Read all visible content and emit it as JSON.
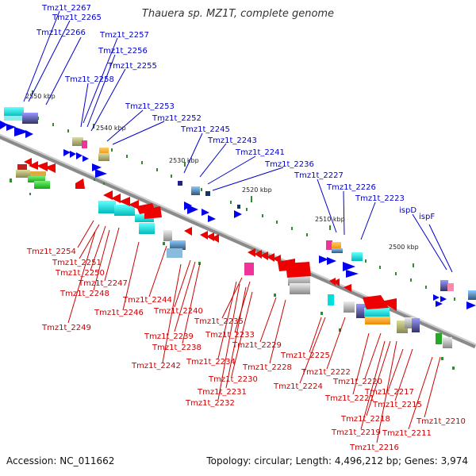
{
  "title": "Thauera sp. MZ1T, complete genome",
  "accession": "Accession: NC_011662",
  "summary": "Topology: circular; Length: 4,496,212 bp; Genes: 3,974",
  "colors": {
    "forward_label": "#0000cc",
    "reverse_label": "#cc0000",
    "backbone": "#888888",
    "tick": "#2e8b2e"
  },
  "kbp_labels": [
    "2550 kbp",
    "2540 kbp",
    "2530 kbp",
    "2520 kbp",
    "2510 kbp",
    "2500 kbp"
  ],
  "forward_genes": [
    "Tmz1t_2267",
    "Tmz1t_2265",
    "Tmz1t_2266",
    "Tmz1t_2257",
    "Tmz1t_2256",
    "Tmz1t_2255",
    "Tmz1t_2258",
    "Tmz1t_2253",
    "Tmz1t_2252",
    "Tmz1t_2245",
    "Tmz1t_2243",
    "Tmz1t_2241",
    "Tmz1t_2236",
    "Tmz1t_2227",
    "Tmz1t_2226",
    "Tmz1t_2223",
    "ispD",
    "ispF"
  ],
  "reverse_genes": [
    "Tmz1t_2254",
    "Tmz1t_2251",
    "Tmz1t_2250",
    "Tmz1t_2247",
    "Tmz1t_2248",
    "Tmz1t_2246",
    "Tmz1t_2249",
    "Tmz1t_2244",
    "Tmz1t_2240",
    "Tmz1t_2239",
    "Tmz1t_2238",
    "Tmz1t_2242",
    "Tmz1t_2235",
    "Tmz1t_2233",
    "Tmz1t_2229",
    "Tmz1t_2234",
    "Tmz1t_2230",
    "Tmz1t_2228",
    "Tmz1t_2231",
    "Tmz1t_2232",
    "Tmz1t_2225",
    "Tmz1t_2222",
    "Tmz1t_2224",
    "Tmz1t_2221",
    "Tmz1t_2220",
    "Tmz1t_2217",
    "Tmz1t_2215",
    "Tmz1t_2218",
    "Tmz1t_2219",
    "Tmz1t_2216",
    "Tmz1t_2210",
    "Tmz1t_2211"
  ]
}
